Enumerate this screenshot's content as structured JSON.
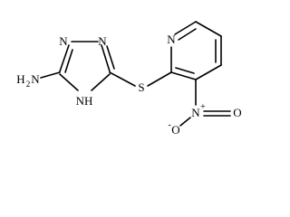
{
  "diagram": {
    "type": "chemical-structure",
    "atom_labels": {
      "n_triazole_left": "N",
      "n_triazole_right": "N",
      "nh_triazole": "NH",
      "nh2_prefix": "H",
      "nh2_sub": "2",
      "nh2_n": "N",
      "sulfur": "S",
      "n_pyridine": "N",
      "nitro_n": "N",
      "nitro_plus": "+",
      "nitro_o_right": "O",
      "nitro_o_minus": "-",
      "nitro_o_left": "O"
    },
    "colors": {
      "ink": "#000000",
      "background": "#ffffff"
    }
  }
}
